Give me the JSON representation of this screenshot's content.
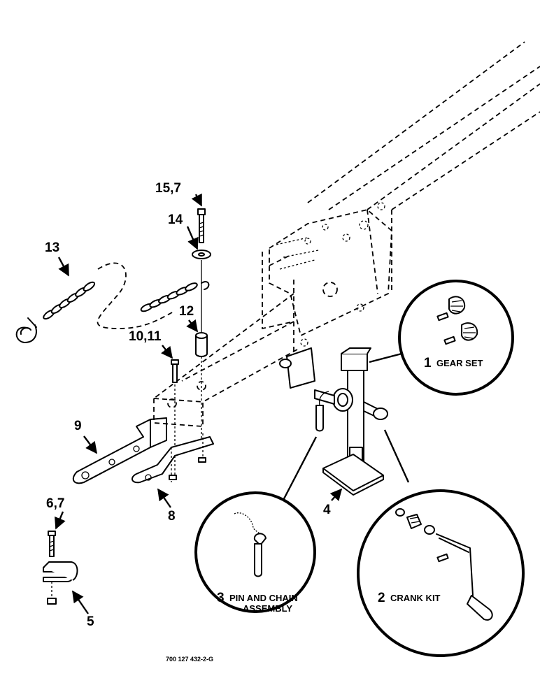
{
  "callouts": {
    "c1": {
      "num": "1",
      "text": "GEAR SET"
    },
    "c2": {
      "num": "2",
      "text": "CRANK KIT"
    },
    "c3": {
      "num": "3",
      "text": "PIN AND CHAIN",
      "text2": "ASSEMBLY"
    }
  },
  "labels": {
    "l4": "4",
    "l5": "5",
    "l6_7": "6,7",
    "l8": "8",
    "l9": "9",
    "l10_11": "10,11",
    "l12": "12",
    "l13": "13",
    "l14": "14",
    "l15_7": "15,7"
  },
  "figure_code": "700 127 432-2-G"
}
